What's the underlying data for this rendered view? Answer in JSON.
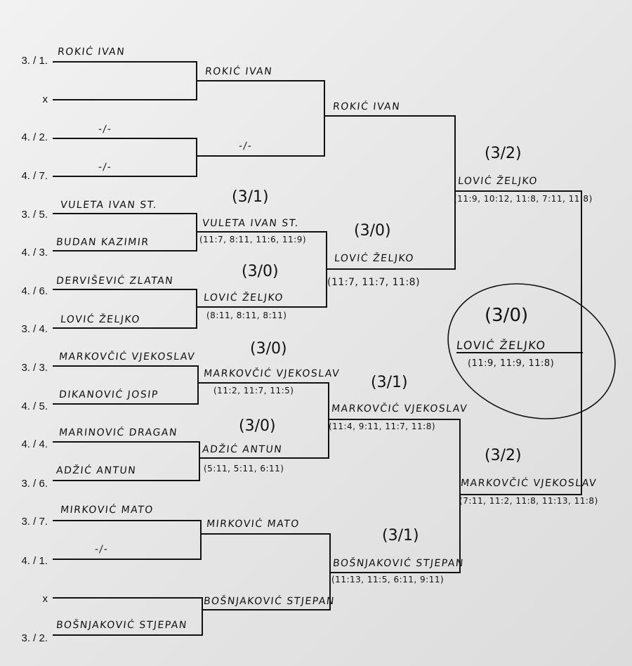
{
  "seeds": [
    "3. / 1.",
    "x",
    "4. / 2.",
    "4. / 7.",
    "3. / 5.",
    "4. / 3.",
    "4. / 6.",
    "3. / 4.",
    "3. / 3.",
    "4. / 5.",
    "4. / 4.",
    "3. / 6.",
    "3. / 7.",
    "4. / 1.",
    "x",
    "3. / 2."
  ],
  "round1": [
    "ROKIĆ IVAN",
    "",
    "-/-",
    "-/-",
    "VULETA IVAN ST.",
    "BUDAN KAZIMIR",
    "DERVIŠEVIĆ ZLATAN",
    "LOVIĆ ŽELJKO",
    "MARKOVČIĆ VJEKOSLAV",
    "DIKANOVIĆ JOSIP",
    "MARINOVIĆ DRAGAN",
    "ADŽIĆ ANTUN",
    "MIRKOVIĆ MATO",
    "-/-",
    "",
    "BOŠNJAKOVIĆ STJEPAN"
  ],
  "round2": [
    {
      "name": "ROKIĆ IVAN",
      "result": "",
      "scores": ""
    },
    {
      "name": "-/-",
      "result": "",
      "scores": ""
    },
    {
      "name": "VULETA IVAN ST.",
      "result": "(3/1)",
      "scores": "(11:7, 8:11, 11:6, 11:9)"
    },
    {
      "name": "LOVIĆ ŽELJKO",
      "result": "(3/0)",
      "scores": "(8:11, 8:11, 8:11)"
    },
    {
      "name": "MARKOVČIĆ VJEKOSLAV",
      "result": "(3/0)",
      "scores": "(11:2, 11:7, 11:5)"
    },
    {
      "name": "ADŽIĆ ANTUN",
      "result": "(3/0)",
      "scores": "(5:11, 5:11, 6:11)"
    },
    {
      "name": "MIRKOVIĆ MATO",
      "result": "",
      "scores": ""
    },
    {
      "name": "BOŠNJAKOVIĆ STJEPAN",
      "result": "",
      "scores": ""
    }
  ],
  "round3": [
    {
      "name": "ROKIĆ IVAN",
      "result": "",
      "scores": ""
    },
    {
      "name": "LOVIĆ ŽELJKO",
      "result": "(3/0)",
      "scores": "(11:7, 11:7, 11:8)"
    },
    {
      "name": "MARKOVČIĆ VJEKOSLAV",
      "result": "(3/1)",
      "scores": "(11:4, 9:11, 11:7, 11:8)"
    },
    {
      "name": "BOŠNJAKOVIĆ STJEPAN",
      "result": "(3/1)",
      "scores": "(11:13, 11:5, 6:11, 9:11)"
    }
  ],
  "round4": [
    {
      "name": "LOVIĆ ŽELJKO",
      "result": "(3/2)",
      "scores": "(11:9, 10:12, 11:8, 7:11, 11:8)"
    },
    {
      "name": "MARKOVČIĆ VJEKOSLAV",
      "result": "(3/2)",
      "scores": "(7:11, 11:2, 11:8, 11:13, 11:8)"
    }
  ],
  "final": {
    "name": "LOVIĆ ŽELJKO",
    "result": "(3/0)",
    "scores": "(11:9, 11:9, 11:8)"
  }
}
